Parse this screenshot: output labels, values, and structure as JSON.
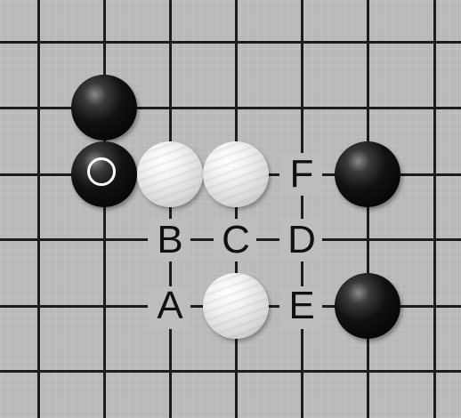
{
  "board": {
    "labels": {
      "a": "A",
      "b": "B",
      "c": "C",
      "d": "D",
      "e": "E",
      "f": "F"
    },
    "colors": {
      "board_background": "#b9b9b9",
      "grid_line": "#1c1c1c",
      "black_stone": "#000000",
      "white_stone": "#f2f2f2",
      "last_move_marker": "#ffffff"
    },
    "stones": [
      {
        "color": "black",
        "icon": "black-stone-icon"
      },
      {
        "color": "black",
        "icon": "black-stone-icon",
        "last_move": true
      },
      {
        "color": "white",
        "icon": "white-stone-icon"
      },
      {
        "color": "white",
        "icon": "white-stone-icon"
      },
      {
        "color": "black",
        "icon": "black-stone-icon"
      },
      {
        "color": "white",
        "icon": "white-stone-icon"
      },
      {
        "color": "black",
        "icon": "black-stone-icon"
      }
    ]
  }
}
